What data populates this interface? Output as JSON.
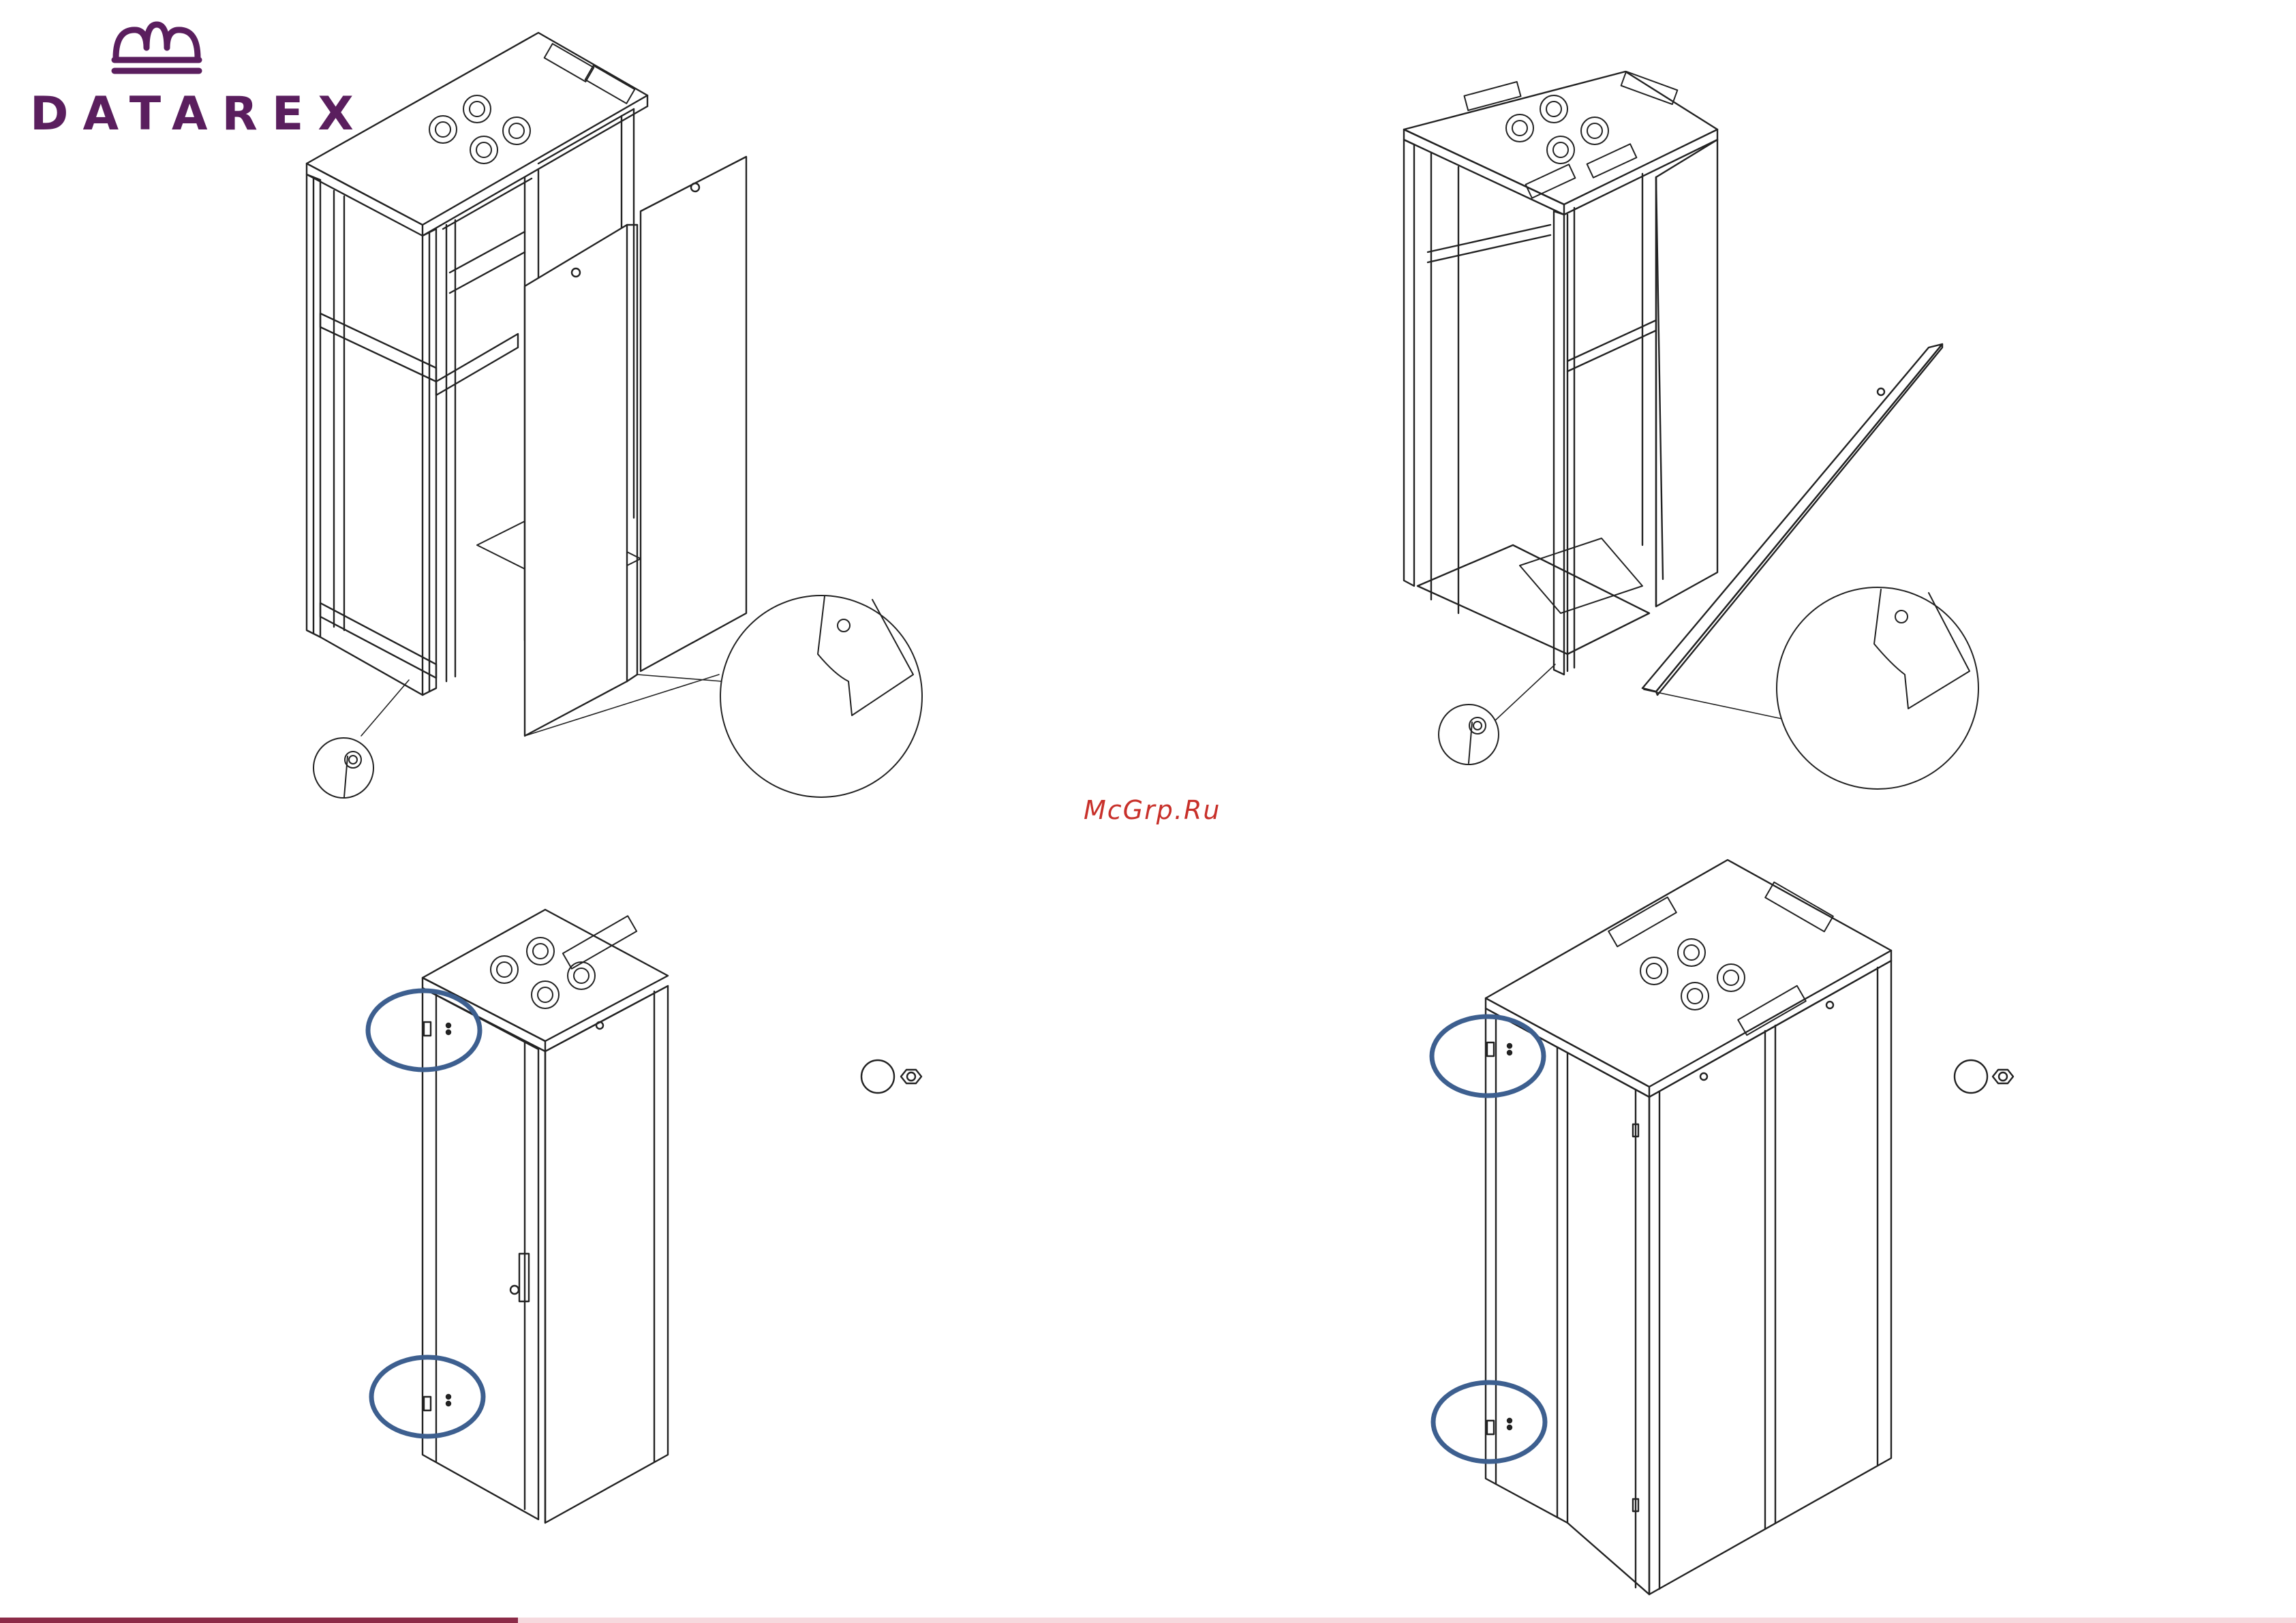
{
  "brand": {
    "name": "DATAREX",
    "color": "#5a1e5e"
  },
  "watermark": {
    "text": "McGrp.Ru",
    "color": "#c8302a"
  },
  "highlight_color": "#3d5f8f",
  "figures": [
    {
      "id": "rack-side-panels-removal",
      "description_icon": "hinge-pin-detail"
    },
    {
      "id": "rack-side-panel-tilted",
      "description_icon": "hinge-pin-detail"
    },
    {
      "id": "rack-front-door-hinges",
      "description_icon": "nut-symbol"
    },
    {
      "id": "rack-double-door-hinges",
      "description_icon": "nut-symbol"
    }
  ]
}
